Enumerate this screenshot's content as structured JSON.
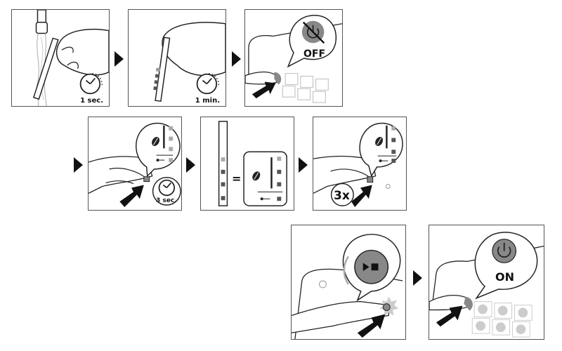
{
  "steps": [
    {
      "id": 1,
      "caption": "1 sec."
    },
    {
      "id": 2,
      "caption": "1 min."
    },
    {
      "id": 3,
      "caption": "OFF"
    },
    {
      "id": 4,
      "caption": "3 sec."
    },
    {
      "id": 5,
      "caption": "="
    },
    {
      "id": 6,
      "caption": "3x"
    },
    {
      "id": 7,
      "caption": ""
    },
    {
      "id": 8,
      "caption": "ON"
    }
  ],
  "colors": {
    "line": "#222222",
    "gray": "#8a8a8a",
    "light_gray": "#b5b5b5",
    "dark_square": "#555555",
    "arrow": "#111111"
  }
}
